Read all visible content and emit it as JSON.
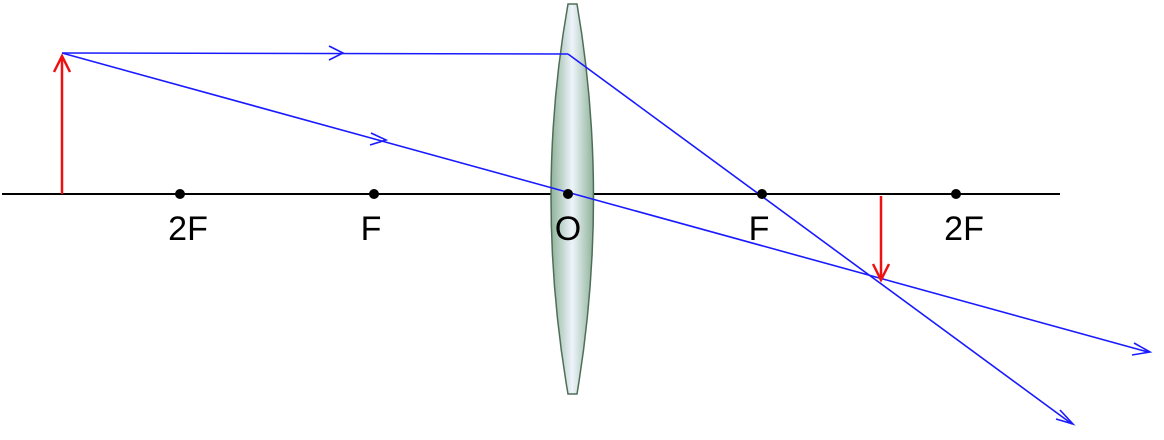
{
  "labels": {
    "two_f_left": "2F",
    "f_left": "F",
    "optical_center": "O",
    "f_right": "F",
    "two_f_right": "2F"
  },
  "colors": {
    "axis": "#000000",
    "ray": "#1a1aff",
    "object": "#ee1111",
    "image": "#ee1111",
    "lens_fill_edge": "#8fb39a",
    "lens_fill_center": "#eef4fb",
    "lens_stroke": "#4f6e58",
    "point": "#000000"
  }
}
